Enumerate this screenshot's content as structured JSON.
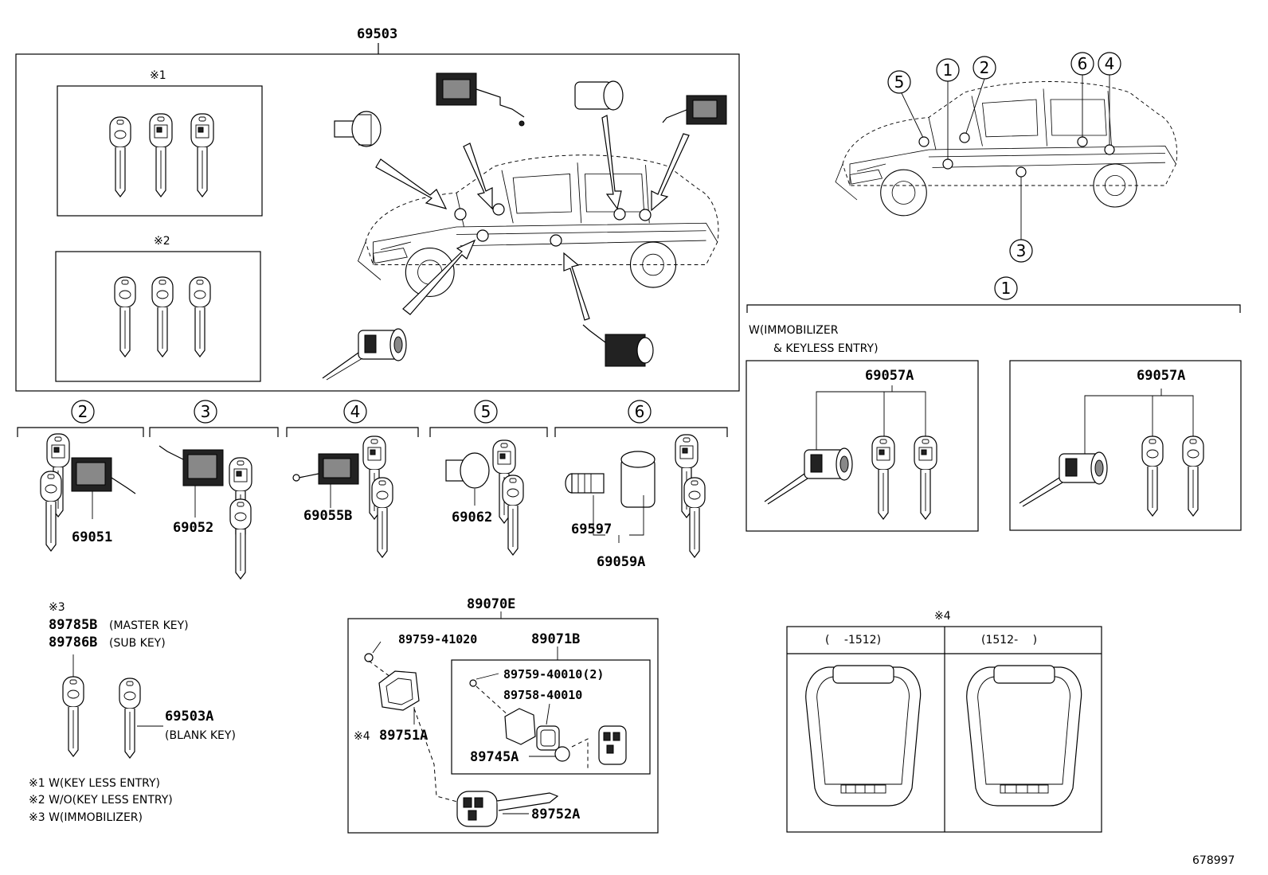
{
  "main_assembly": {
    "part_no": "69503",
    "variant1_mark": "※1",
    "variant2_mark": "※2"
  },
  "locator": {
    "callouts": [
      "5",
      "1",
      "2",
      "6",
      "4",
      "3"
    ]
  },
  "section1": {
    "number": "1",
    "condition_line1": "W(IMMOBILIZER",
    "condition_line2": "& KEYLESS ENTRY)",
    "left_part": "69057A",
    "right_part": "69057A"
  },
  "sections": [
    {
      "number": "2",
      "parts": [
        "69051"
      ]
    },
    {
      "number": "3",
      "parts": [
        "69052"
      ]
    },
    {
      "number": "4",
      "parts": [
        "69055B"
      ]
    },
    {
      "number": "5",
      "parts": [
        "69062"
      ]
    },
    {
      "number": "6",
      "parts": [
        "69597",
        "69059A"
      ]
    }
  ],
  "keys": {
    "mark": "※3",
    "master_part": "89785B",
    "master_label": "(MASTER KEY)",
    "sub_part": "89786B",
    "sub_label": "(SUB KEY)",
    "blank_part": "69503A",
    "blank_label": "(BLANK KEY)"
  },
  "footnotes": [
    "※1 W(KEY LESS ENTRY)",
    "※2 W/O(KEY LESS ENTRY)",
    "※3 W(IMMOBILIZER)"
  ],
  "transmitter": {
    "assembly": "89070E",
    "screw": "89759-41020",
    "cover_mark": "※4",
    "cover": "89751A",
    "sub_assembly": "89071B",
    "sub_screw": "89759-40010(2)",
    "gasket": "89758-40010",
    "battery": "89745A",
    "key_blade": "89752A"
  },
  "note4": {
    "mark": "※4",
    "left_range": "(　 -1512)",
    "right_range": "(1512-　 )"
  },
  "figure_id": "678997"
}
